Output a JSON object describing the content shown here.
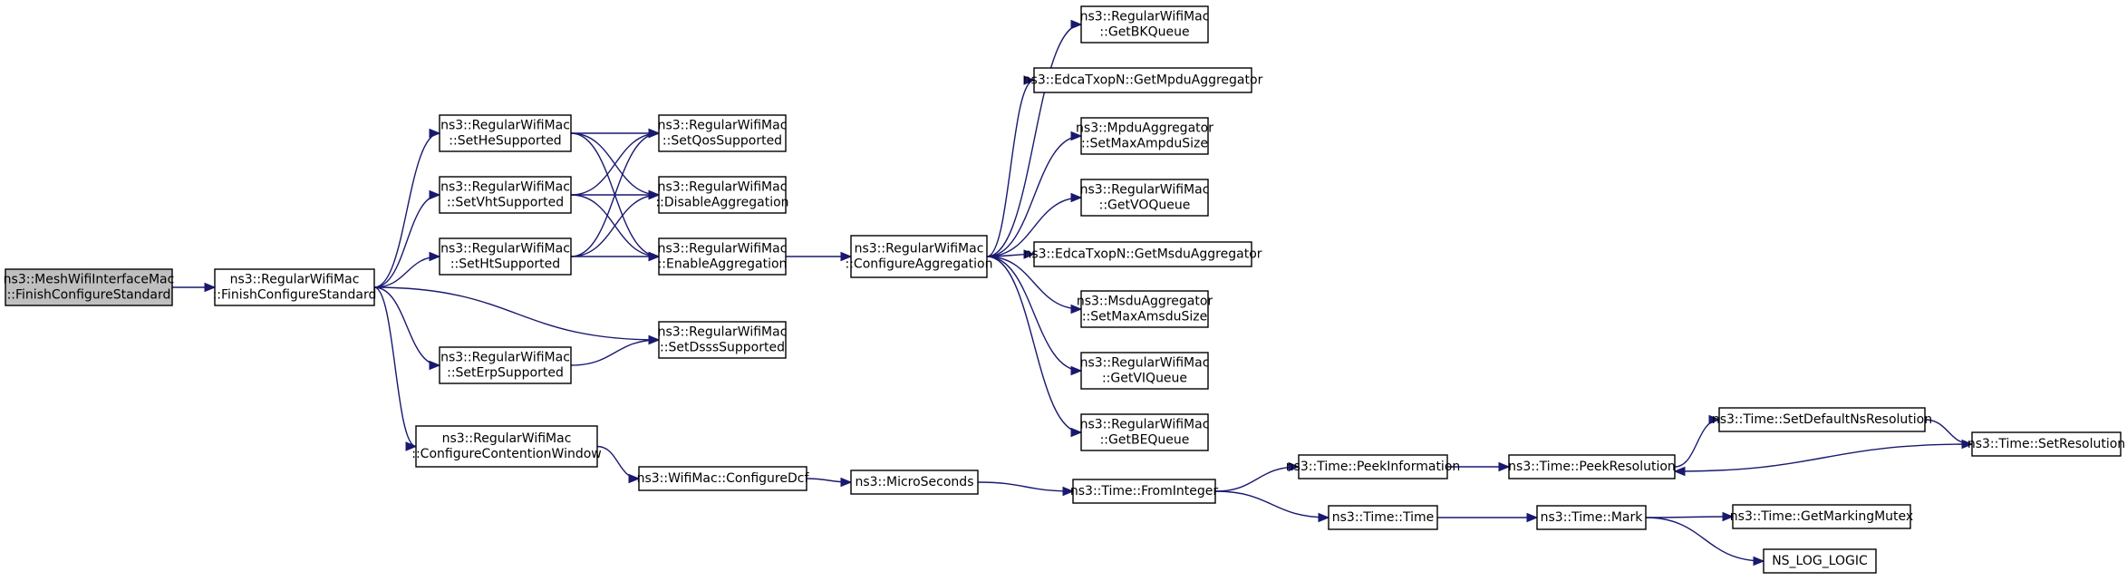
{
  "colors": {
    "edge": "#191970",
    "node_border": "#000000",
    "root_fill": "#bfbfbf",
    "node_fill": "#ffffff"
  },
  "nodes": [
    {
      "id": "mesh_finish",
      "lines": [
        "ns3::MeshWifiInterfaceMac",
        "::FinishConfigureStandard"
      ],
      "root": true
    },
    {
      "id": "reg_finish",
      "lines": [
        "ns3::RegularWifiMac",
        "::FinishConfigureStandard"
      ]
    },
    {
      "id": "set_he",
      "lines": [
        "ns3::RegularWifiMac",
        "::SetHeSupported"
      ]
    },
    {
      "id": "set_vht",
      "lines": [
        "ns3::RegularWifiMac",
        "::SetVhtSupported"
      ]
    },
    {
      "id": "set_ht",
      "lines": [
        "ns3::RegularWifiMac",
        "::SetHtSupported"
      ]
    },
    {
      "id": "set_erp",
      "lines": [
        "ns3::RegularWifiMac",
        "::SetErpSupported"
      ]
    },
    {
      "id": "conf_cw",
      "lines": [
        "ns3::RegularWifiMac",
        "::ConfigureContentionWindow"
      ]
    },
    {
      "id": "set_qos",
      "lines": [
        "ns3::RegularWifiMac",
        "::SetQosSupported"
      ]
    },
    {
      "id": "disable_agg",
      "lines": [
        "ns3::RegularWifiMac",
        "::DisableAggregation"
      ]
    },
    {
      "id": "enable_agg",
      "lines": [
        "ns3::RegularWifiMac",
        "::EnableAggregation"
      ]
    },
    {
      "id": "set_dsss",
      "lines": [
        "ns3::RegularWifiMac",
        "::SetDsssSupported"
      ]
    },
    {
      "id": "conf_dcf",
      "lines": [
        "ns3::WifiMac::ConfigureDcf"
      ]
    },
    {
      "id": "conf_agg",
      "lines": [
        "ns3::RegularWifiMac",
        "::ConfigureAggregation"
      ]
    },
    {
      "id": "microseconds",
      "lines": [
        "ns3::MicroSeconds"
      ]
    },
    {
      "id": "get_bk",
      "lines": [
        "ns3::RegularWifiMac",
        "::GetBKQueue"
      ]
    },
    {
      "id": "get_mpdu_agg",
      "lines": [
        "ns3::EdcaTxopN::GetMpduAggregator"
      ]
    },
    {
      "id": "set_max_ampdu",
      "lines": [
        "ns3::MpduAggregator",
        "::SetMaxAmpduSize"
      ]
    },
    {
      "id": "get_vo",
      "lines": [
        "ns3::RegularWifiMac",
        "::GetVOQueue"
      ]
    },
    {
      "id": "get_msdu_agg",
      "lines": [
        "ns3::EdcaTxopN::GetMsduAggregator"
      ]
    },
    {
      "id": "set_max_amsdu",
      "lines": [
        "ns3::MsduAggregator",
        "::SetMaxAmsduSize"
      ]
    },
    {
      "id": "get_vi",
      "lines": [
        "ns3::RegularWifiMac",
        "::GetVIQueue"
      ]
    },
    {
      "id": "get_be",
      "lines": [
        "ns3::RegularWifiMac",
        "::GetBEQueue"
      ]
    },
    {
      "id": "from_integer",
      "lines": [
        "ns3::Time::FromInteger"
      ]
    },
    {
      "id": "peek_info",
      "lines": [
        "ns3::Time::PeekInformation"
      ]
    },
    {
      "id": "peek_res",
      "lines": [
        "ns3::Time::PeekResolution"
      ]
    },
    {
      "id": "set_default_ns",
      "lines": [
        "ns3::Time::SetDefaultNsResolution"
      ]
    },
    {
      "id": "set_res",
      "lines": [
        "ns3::Time::SetResolution"
      ]
    },
    {
      "id": "time_time",
      "lines": [
        "ns3::Time::Time"
      ]
    },
    {
      "id": "time_mark",
      "lines": [
        "ns3::Time::Mark"
      ]
    },
    {
      "id": "get_marking_mutex",
      "lines": [
        "ns3::Time::GetMarkingMutex"
      ]
    },
    {
      "id": "ns_log_logic",
      "lines": [
        "NS_LOG_LOGIC"
      ]
    }
  ],
  "edges": [
    [
      "mesh_finish",
      "reg_finish"
    ],
    [
      "reg_finish",
      "set_he"
    ],
    [
      "reg_finish",
      "set_vht"
    ],
    [
      "reg_finish",
      "set_ht"
    ],
    [
      "reg_finish",
      "set_erp"
    ],
    [
      "reg_finish",
      "conf_cw"
    ],
    [
      "reg_finish",
      "set_dsss"
    ],
    [
      "set_he",
      "set_qos"
    ],
    [
      "set_he",
      "disable_agg"
    ],
    [
      "set_he",
      "enable_agg"
    ],
    [
      "set_vht",
      "set_qos"
    ],
    [
      "set_vht",
      "disable_agg"
    ],
    [
      "set_vht",
      "enable_agg"
    ],
    [
      "set_ht",
      "set_qos"
    ],
    [
      "set_ht",
      "disable_agg"
    ],
    [
      "set_ht",
      "enable_agg"
    ],
    [
      "set_erp",
      "set_dsss"
    ],
    [
      "enable_agg",
      "conf_agg"
    ],
    [
      "conf_agg",
      "get_bk"
    ],
    [
      "conf_agg",
      "get_mpdu_agg"
    ],
    [
      "conf_agg",
      "set_max_ampdu"
    ],
    [
      "conf_agg",
      "get_vo"
    ],
    [
      "conf_agg",
      "get_msdu_agg"
    ],
    [
      "conf_agg",
      "set_max_amsdu"
    ],
    [
      "conf_agg",
      "get_vi"
    ],
    [
      "conf_agg",
      "get_be"
    ],
    [
      "conf_cw",
      "conf_dcf"
    ],
    [
      "conf_dcf",
      "microseconds"
    ],
    [
      "microseconds",
      "from_integer"
    ],
    [
      "from_integer",
      "peek_info"
    ],
    [
      "from_integer",
      "time_time"
    ],
    [
      "peek_info",
      "peek_res"
    ],
    [
      "peek_res",
      "set_default_ns"
    ],
    [
      "set_default_ns",
      "set_res"
    ],
    [
      "set_res",
      "peek_res"
    ],
    [
      "time_time",
      "time_mark"
    ],
    [
      "time_mark",
      "get_marking_mutex"
    ],
    [
      "time_mark",
      "ns_log_logic"
    ]
  ]
}
